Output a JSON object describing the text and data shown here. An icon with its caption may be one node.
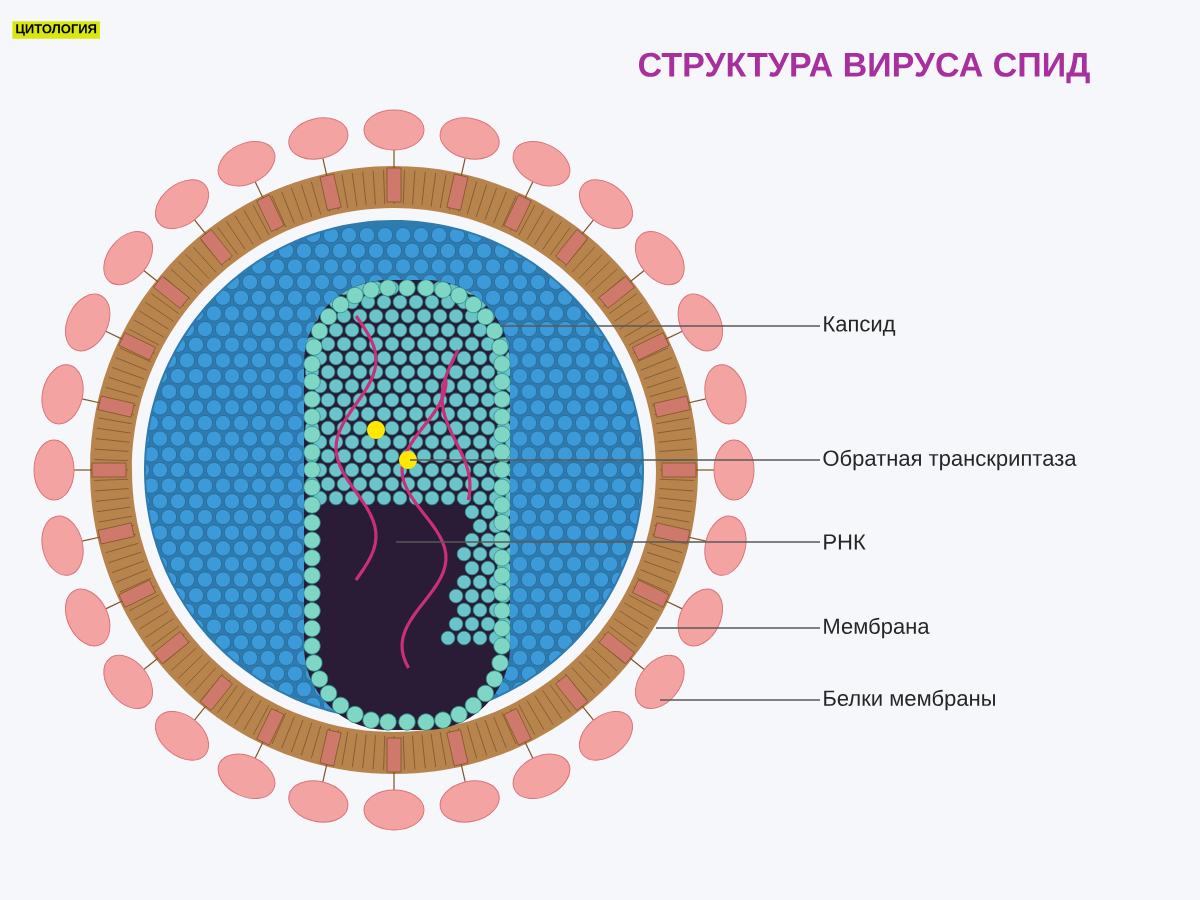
{
  "diagram": {
    "title": "СТРУКТУРА ВИРУСА СПИД",
    "nodes": [
      {
        "text": [
          "Капсид"
        ]
      },
      {
        "text": [
          "Обратная транскриптаза"
        ]
      },
      {
        "text": [
          "РНК"
        ]
      },
      {
        "text": [
          "Мембрана"
        ]
      },
      {
        "text": [
          "Белки мембраны"
        ]
      }
    ],
    "edges": [
      {
        "from": 0,
        "to": null,
        "arrow": "none"
      },
      {
        "from": 1,
        "to": null,
        "arrow": "none"
      },
      {
        "from": 2,
        "to": null,
        "arrow": "none"
      },
      {
        "from": 3,
        "to": null,
        "arrow": "none"
      },
      {
        "from": 4,
        "to": null,
        "arrow": "none"
      }
    ],
    "labels": [
      "ЦИТОЛОГИЯ"
    ]
  }
}
